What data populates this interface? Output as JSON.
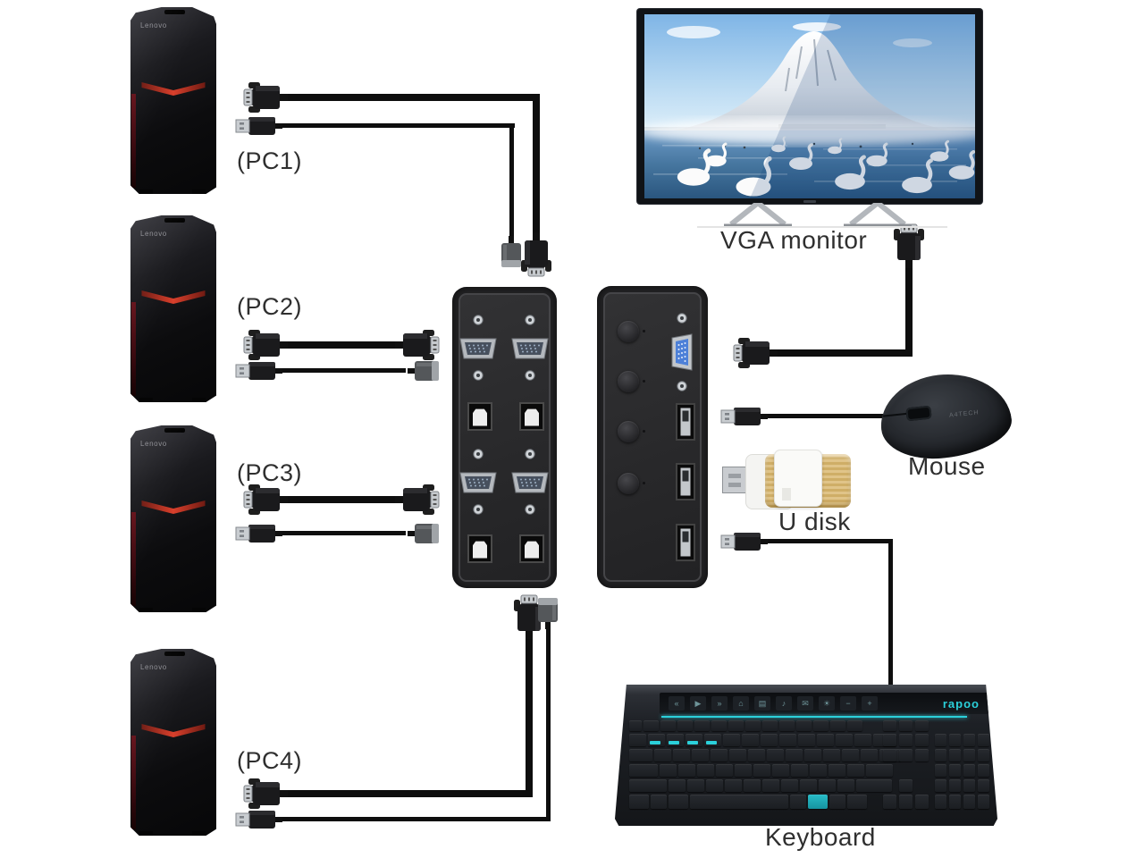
{
  "labels": {
    "pc1": "(PC1)",
    "pc2": "(PC2)",
    "pc3": "(PC3)",
    "pc4": "(PC4)",
    "monitor": "VGA monitor",
    "mouse": "Mouse",
    "udisk": "U disk",
    "keyboard": "Keyboard"
  },
  "brands": {
    "computer": "Lenovo",
    "mouse": "A4TECH",
    "keyboard": "rapoo"
  },
  "kvm": {
    "rear_vga_ports": 4,
    "rear_usb_b_ports": 4,
    "front_select_buttons": 4,
    "front_vga_ports": 1,
    "front_usb_a_ports": 3
  },
  "keyboard_media_icons": [
    "«",
    "▶",
    "»",
    "⌂",
    "▤",
    "♪",
    "✉",
    "☀",
    "−",
    "+"
  ],
  "colors": {
    "pc_accent": "#d9402c",
    "kvm_vga_blue": "#4d80d8",
    "keyboard_cyan": "#2bd0da",
    "cable_black": "#0e0e0e",
    "label_text": "#2f2f2f"
  }
}
